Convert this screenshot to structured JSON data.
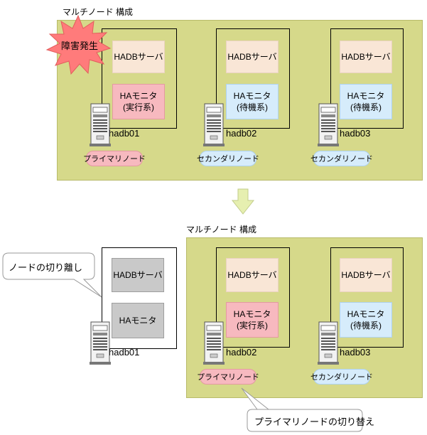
{
  "top": {
    "title": "マルチノード 構成",
    "burst_label": "障害発生",
    "nodes": [
      {
        "server": "HADBサーバ",
        "monitor_line1": "HAモニタ",
        "monitor_line2": "(実行系)",
        "host": "hadb01",
        "role": "プライマリノード"
      },
      {
        "server": "HADBサーバ",
        "monitor_line1": "HAモニタ",
        "monitor_line2": "(待機系)",
        "host": "hadb02",
        "role": "セカンダリノード"
      },
      {
        "server": "HADBサーバ",
        "monitor_line1": "HAモニタ",
        "monitor_line2": "(待機系)",
        "host": "hadb03",
        "role": "セカンダリノード"
      }
    ]
  },
  "bottom": {
    "title": "マルチノード 構成",
    "detached": {
      "server": "HADBサーバ",
      "monitor": "HAモニタ",
      "host": "hadb01",
      "callout": "ノードの切り離し"
    },
    "nodes": [
      {
        "server": "HADBサーバ",
        "monitor_line1": "HAモニタ",
        "monitor_line2": "(実行系)",
        "host": "hadb02",
        "role": "プライマリノード"
      },
      {
        "server": "HADBサーバ",
        "monitor_line1": "HAモニタ",
        "monitor_line2": "(待機系)",
        "host": "hadb03",
        "role": "セカンダリノード"
      }
    ],
    "callout": "プライマリノードの切り替え"
  },
  "colors": {
    "cluster_bg": "#d6d98a",
    "server_bg": "#f9e6d6",
    "monitor_running_bg": "#f7b9bf",
    "monitor_standby_bg": "#d6ecfb",
    "detached_bg": "#c9c9c9",
    "burst": "#ff7b7b",
    "arrow": "#e6efb0"
  }
}
